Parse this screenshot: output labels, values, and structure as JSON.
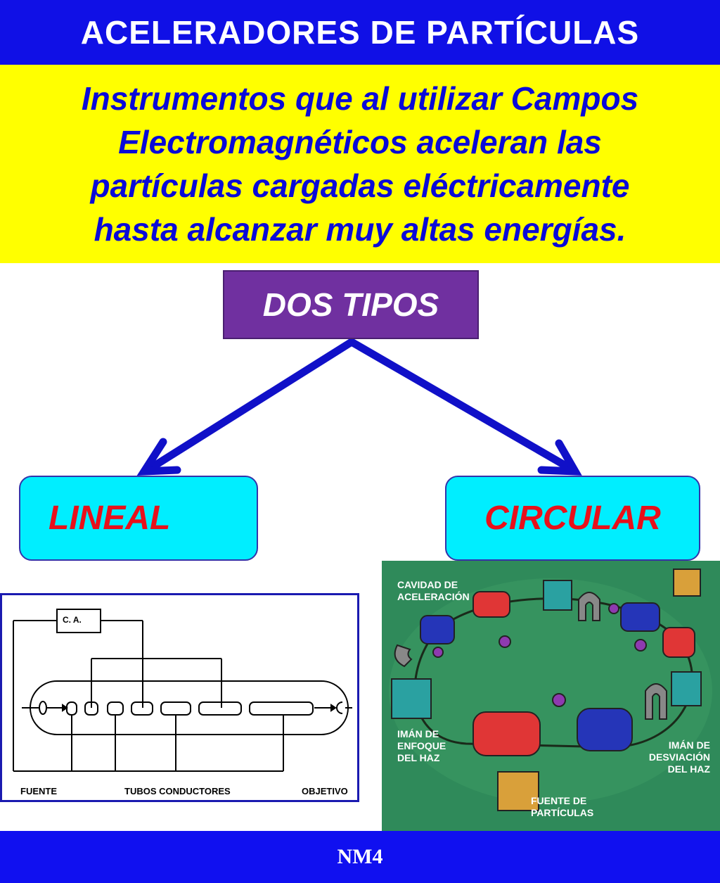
{
  "title": "ACELERADORES DE PARTÍCULAS",
  "definition": {
    "lines": [
      "Instrumentos que al utilizar Campos",
      "Electromagnéticos  aceleran las",
      "partículas cargadas eléctricamente",
      "hasta alcanzar muy altas energías."
    ]
  },
  "types_label": "DOS TIPOS",
  "lineal_label": "LINEAL",
  "circular_label": "CIRCULAR",
  "linac_diagram": {
    "power_label": "C. A.",
    "source_label": "FUENTE",
    "tubes_label": "TUBOS  CONDUCTORES",
    "target_label": "OBJETIVO"
  },
  "ring_diagram": {
    "cavity_label": [
      "CAVIDAD DE",
      "ACELERACIÓN"
    ],
    "focus_magnet_label": [
      "IMÁN DE",
      "ENFOQUE",
      "DEL HAZ"
    ],
    "deflection_magnet_label": [
      "IMÁN DE",
      "DESVIACIÓN",
      "DEL HAZ"
    ],
    "source_label": [
      "FUENTE DE",
      "PARTÍCULAS"
    ]
  },
  "footer": "NM4",
  "colors": {
    "title_bg": "#1010e6",
    "definition_bg": "#ffff00",
    "definition_text": "#0a0ad8",
    "types_bg": "#7030a0",
    "type_box_bg": "#00eeff",
    "type_text": "#e8101a",
    "arrow": "#1010c8",
    "ring_bg": "#2f8a5a"
  }
}
